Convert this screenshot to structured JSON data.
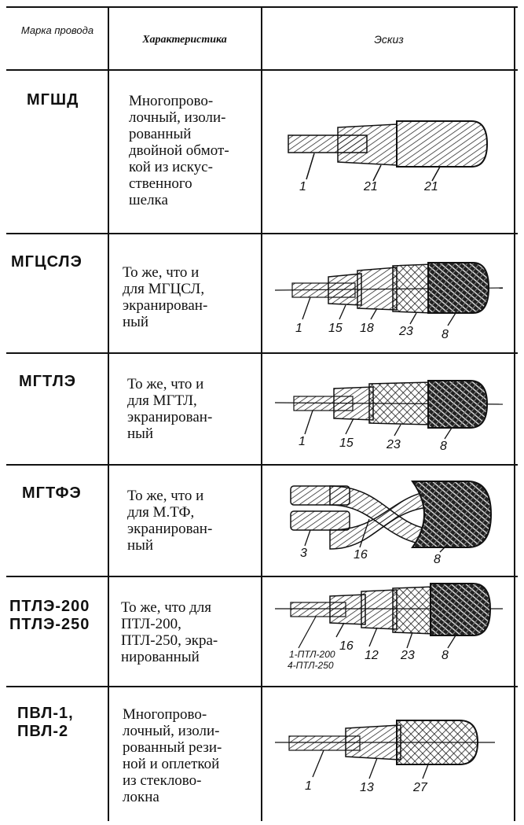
{
  "header": {
    "brand": "Марка провода",
    "characteristic": "Характеристика",
    "sketch": "Эскиз"
  },
  "rows": [
    {
      "brand": "МГШД",
      "description": "Многопрово-\nлочный, изоли-\nрованный\nдвойной обмот-\nкой из искус-\nственного\nшелка",
      "labels": [
        "1",
        "21",
        "21"
      ]
    },
    {
      "brand": "МГЦСЛЭ",
      "description": "То же, что и\nдля МГЦСЛ,\nэкранирован-\nный",
      "labels": [
        "1",
        "15",
        "18",
        "23",
        "8"
      ]
    },
    {
      "brand": "МГТЛЭ",
      "description": "То же, что и\nдля МГТЛ,\nэкранирован-\nный",
      "labels": [
        "1",
        "15",
        "23",
        "8"
      ]
    },
    {
      "brand": "МГТФЭ",
      "description": "То же, что и\nдля М.ТФ,\nэкранирован-\nный",
      "labels": [
        "3",
        "16",
        "8"
      ]
    },
    {
      "brand": "ПТЛЭ-200\nПТЛЭ-250",
      "description": "То же, что для\nПТЛ-200,\nПТЛ-250, экра-\nнированный",
      "labels": [
        "1-ПТЛ-200",
        "4-ПТЛ-250",
        "16",
        "12",
        "23",
        "8"
      ]
    },
    {
      "brand": "ПВЛ-1,\nПВЛ-2",
      "description": "Многопрово-\nлочный, изоли-\nрованный рези-\nной и оплеткой\nиз стеклово-\nлокна",
      "labels": [
        "1",
        "13",
        "27"
      ]
    }
  ]
}
